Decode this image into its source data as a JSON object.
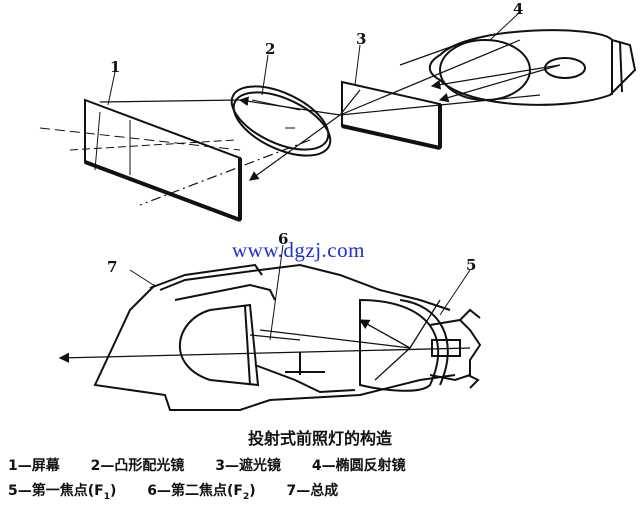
{
  "labels": {
    "n1": "1",
    "n2": "2",
    "n3": "3",
    "n4": "4",
    "n5": "5",
    "n6": "6",
    "n7": "7"
  },
  "watermark": "www.dgzj.com",
  "caption": "投射式前照灯的构造",
  "legend": {
    "l1": "1—屏幕",
    "l2": "2—凸形配光镜",
    "l3": "3—遮光镜",
    "l4": "4—椭圆反射镜",
    "l5_pre": "5—第一焦点(F",
    "l5_sub": "1",
    "l5_post": ")",
    "l6_pre": "6—第二焦点(F",
    "l6_sub": "2",
    "l6_post": ")",
    "l7": "7—总成"
  }
}
